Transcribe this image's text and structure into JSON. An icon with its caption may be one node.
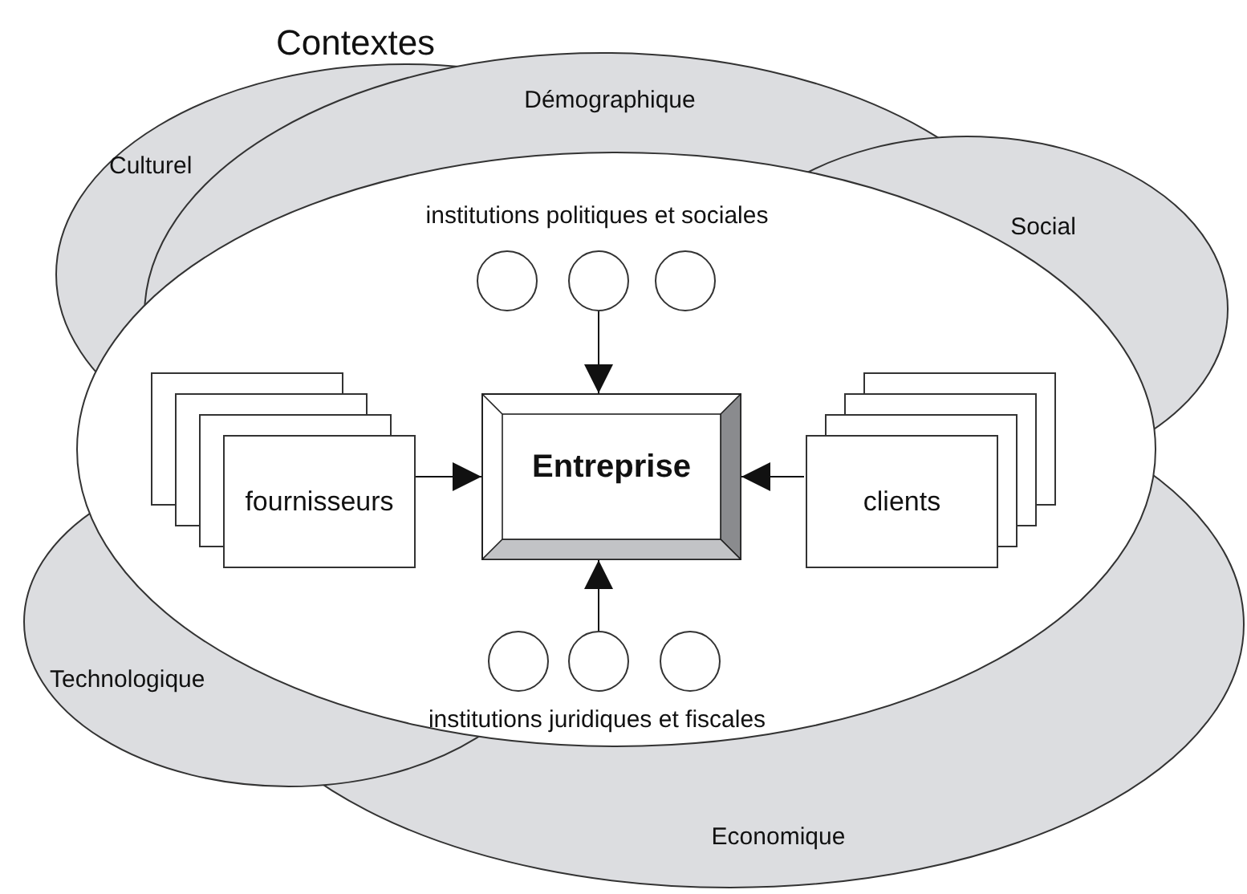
{
  "diagram": {
    "title": "Contextes",
    "nodes": [
      {
        "text": [],
        "shape": "circle"
      },
      {
        "text": [],
        "shape": "circle"
      },
      {
        "text": [],
        "shape": "circle"
      },
      {
        "text": [
          "fournisseurs"
        ]
      },
      {
        "text": [
          "Entreprise"
        ]
      },
      {
        "text": [
          "clients"
        ]
      },
      {
        "text": [],
        "shape": "circle"
      },
      {
        "text": [],
        "shape": "circle"
      },
      {
        "text": [],
        "shape": "circle"
      }
    ],
    "edges": [
      {
        "from": 3,
        "to": 4,
        "arrow": "to"
      },
      {
        "from": 5,
        "to": 4,
        "arrow": "to"
      },
      {
        "from": 1,
        "to": 4,
        "arrow": "to"
      },
      {
        "from": 7,
        "to": 4,
        "arrow": "to"
      }
    ],
    "labels": [
      "Culturel",
      "Démographique",
      "Social",
      "institutions politiques et sociales",
      "institutions juridiques et fiscales",
      "Technologique",
      "Economique"
    ]
  }
}
